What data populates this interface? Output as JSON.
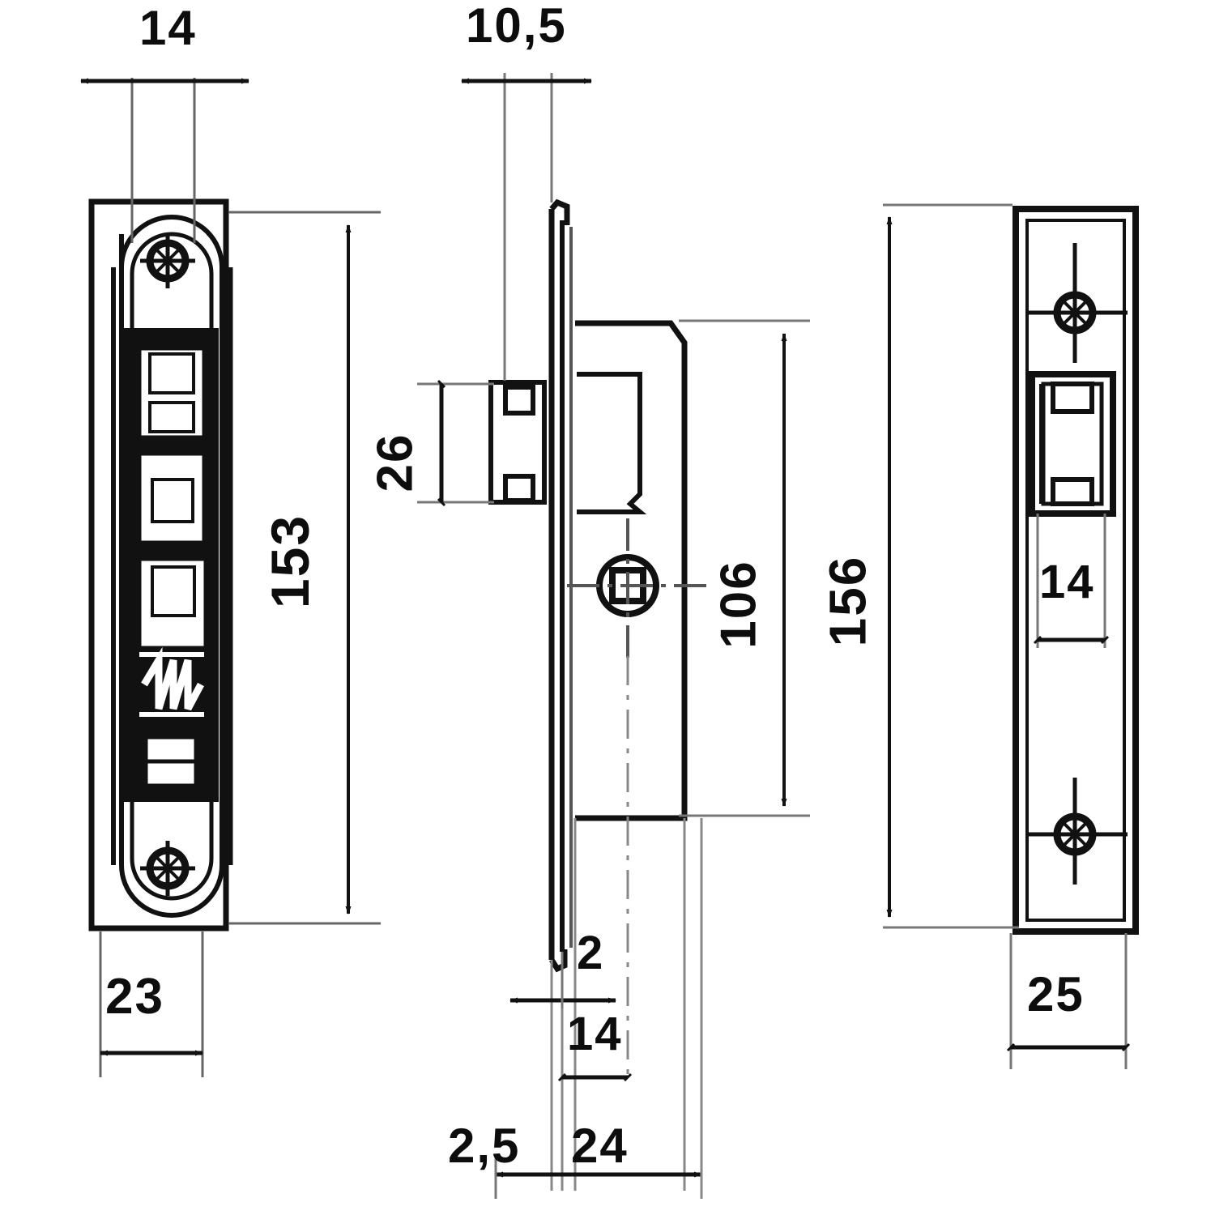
{
  "drawing": {
    "title": "Mortise lock three-view dimensioned drawing",
    "line_color": "#111111",
    "thin_line_color": "#555555",
    "background": "#ffffff",
    "units": "mm"
  },
  "views": [
    {
      "id": "front-view",
      "name": "faceplate-front-view",
      "description": "Front elevation of lock faceplate with two rounded ends, two fixing screw holes and central latch / bolt cut-outs"
    },
    {
      "id": "side-view",
      "name": "lock-body-side-view",
      "description": "Side section of lock body showing forend plate, latch nose, bolt and square spindle hole"
    },
    {
      "id": "rear-view",
      "name": "faceplate-rear-view",
      "description": "Rear elevation of square-ended faceplate with two screw holes and rectangular bolt aperture"
    }
  ],
  "dimensions": {
    "front_width_top": "14",
    "front_height": "153",
    "front_width_bottom": "23",
    "side_top": "10,5",
    "side_latch_height": "26",
    "side_backset_center": "106",
    "side_total_height": "156",
    "side_plate_thickness": "2",
    "side_case_depth": "14",
    "side_forend_thickness": "2,5",
    "side_body_width": "24",
    "rear_slot_width": "14",
    "rear_width": "25"
  },
  "labels": [
    {
      "id": "d-14-top",
      "text": "14",
      "orientation": "horizontal",
      "view": "front-view"
    },
    {
      "id": "d-153",
      "text": "153",
      "orientation": "vertical",
      "view": "front-view"
    },
    {
      "id": "d-23",
      "text": "23",
      "orientation": "horizontal",
      "view": "front-view"
    },
    {
      "id": "d-10-5",
      "text": "10,5",
      "orientation": "horizontal",
      "view": "side-view"
    },
    {
      "id": "d-26",
      "text": "26",
      "orientation": "vertical",
      "view": "side-view"
    },
    {
      "id": "d-106",
      "text": "106",
      "orientation": "vertical",
      "view": "side-view"
    },
    {
      "id": "d-156",
      "text": "156",
      "orientation": "vertical",
      "view": "side-view"
    },
    {
      "id": "d-2",
      "text": "2",
      "orientation": "horizontal",
      "view": "side-view"
    },
    {
      "id": "d-14-bottom",
      "text": "14",
      "orientation": "horizontal",
      "view": "side-view"
    },
    {
      "id": "d-2-5",
      "text": "2,5",
      "orientation": "horizontal",
      "view": "side-view"
    },
    {
      "id": "d-24",
      "text": "24",
      "orientation": "horizontal",
      "view": "side-view"
    },
    {
      "id": "d-14-right",
      "text": "14",
      "orientation": "horizontal",
      "view": "rear-view"
    },
    {
      "id": "d-25",
      "text": "25",
      "orientation": "horizontal",
      "view": "rear-view"
    }
  ]
}
